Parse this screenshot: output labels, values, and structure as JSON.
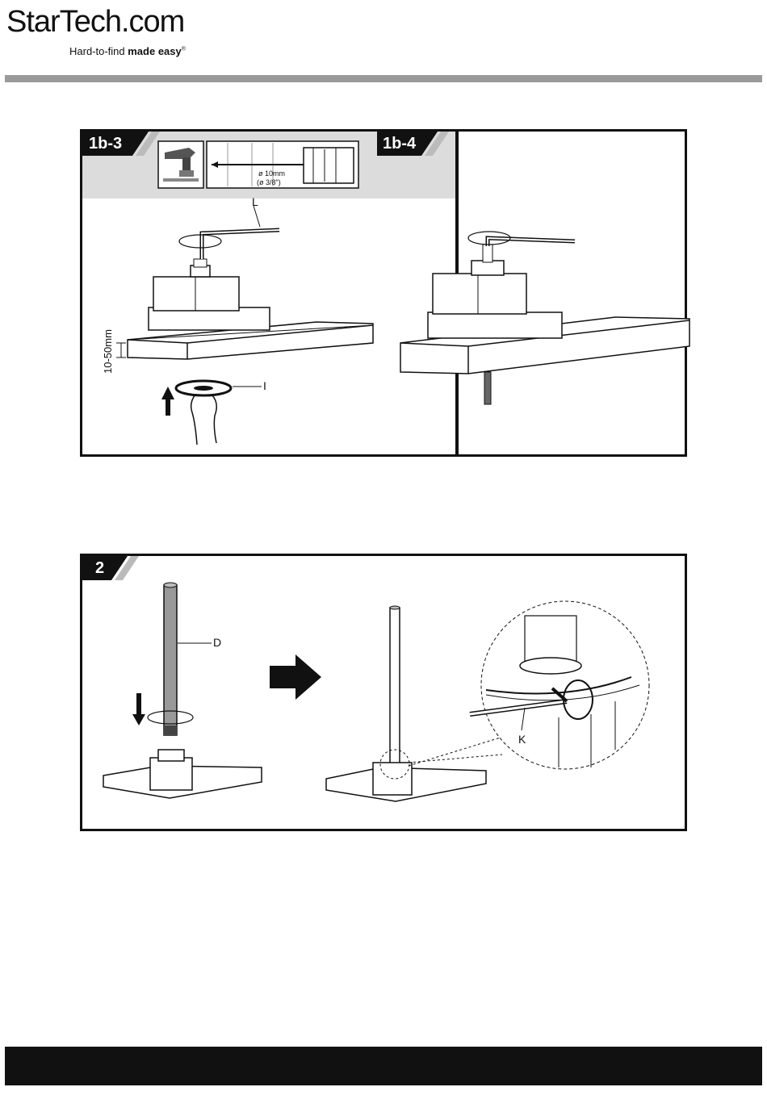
{
  "header": {
    "brand": "StarTech.com",
    "tagline_prefix": "Hard-to-find ",
    "tagline_bold": "made easy",
    "tagline_mark": "®"
  },
  "figure1": {
    "step_a": "1b-3",
    "step_b": "1b-4",
    "drill_spec_1": "ø 10mm",
    "drill_spec_2": "(ø 3/8\")",
    "thickness": "10-50mm",
    "part_l": "L",
    "part_i": "I"
  },
  "figure2": {
    "step": "2",
    "part_d": "D",
    "part_k": "K"
  },
  "colors": {
    "header_bar": "#9a9a9a",
    "footer_bar": "#111111",
    "panel_strip": "#dcdcdc"
  }
}
